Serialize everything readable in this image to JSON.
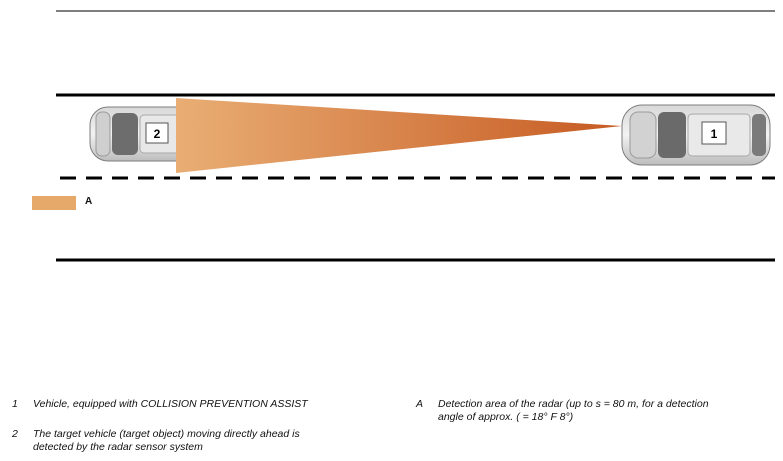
{
  "diagram": {
    "vehicle_1_label": "1",
    "vehicle_2_label": "2",
    "legend_key": "A",
    "colors": {
      "detection_area_near": "#e6a96a",
      "detection_area_far": "#c9612a",
      "legend_swatch": "#e6a96a"
    }
  },
  "captions": {
    "item_1": {
      "key": "1",
      "text": "Vehicle, equipped with COLLISION PREVENTION ASSIST"
    },
    "item_2": {
      "key": "2",
      "text_line1": "The target vehicle (target object) moving directly ahead is",
      "text_line2": "detected by the radar sensor system"
    },
    "item_a": {
      "key": "A",
      "text_line1": "Detection area of the radar (up to s = 80 m, for a detection",
      "text_line2": "angle of approx.   ( = 18°   F 8°)"
    }
  }
}
